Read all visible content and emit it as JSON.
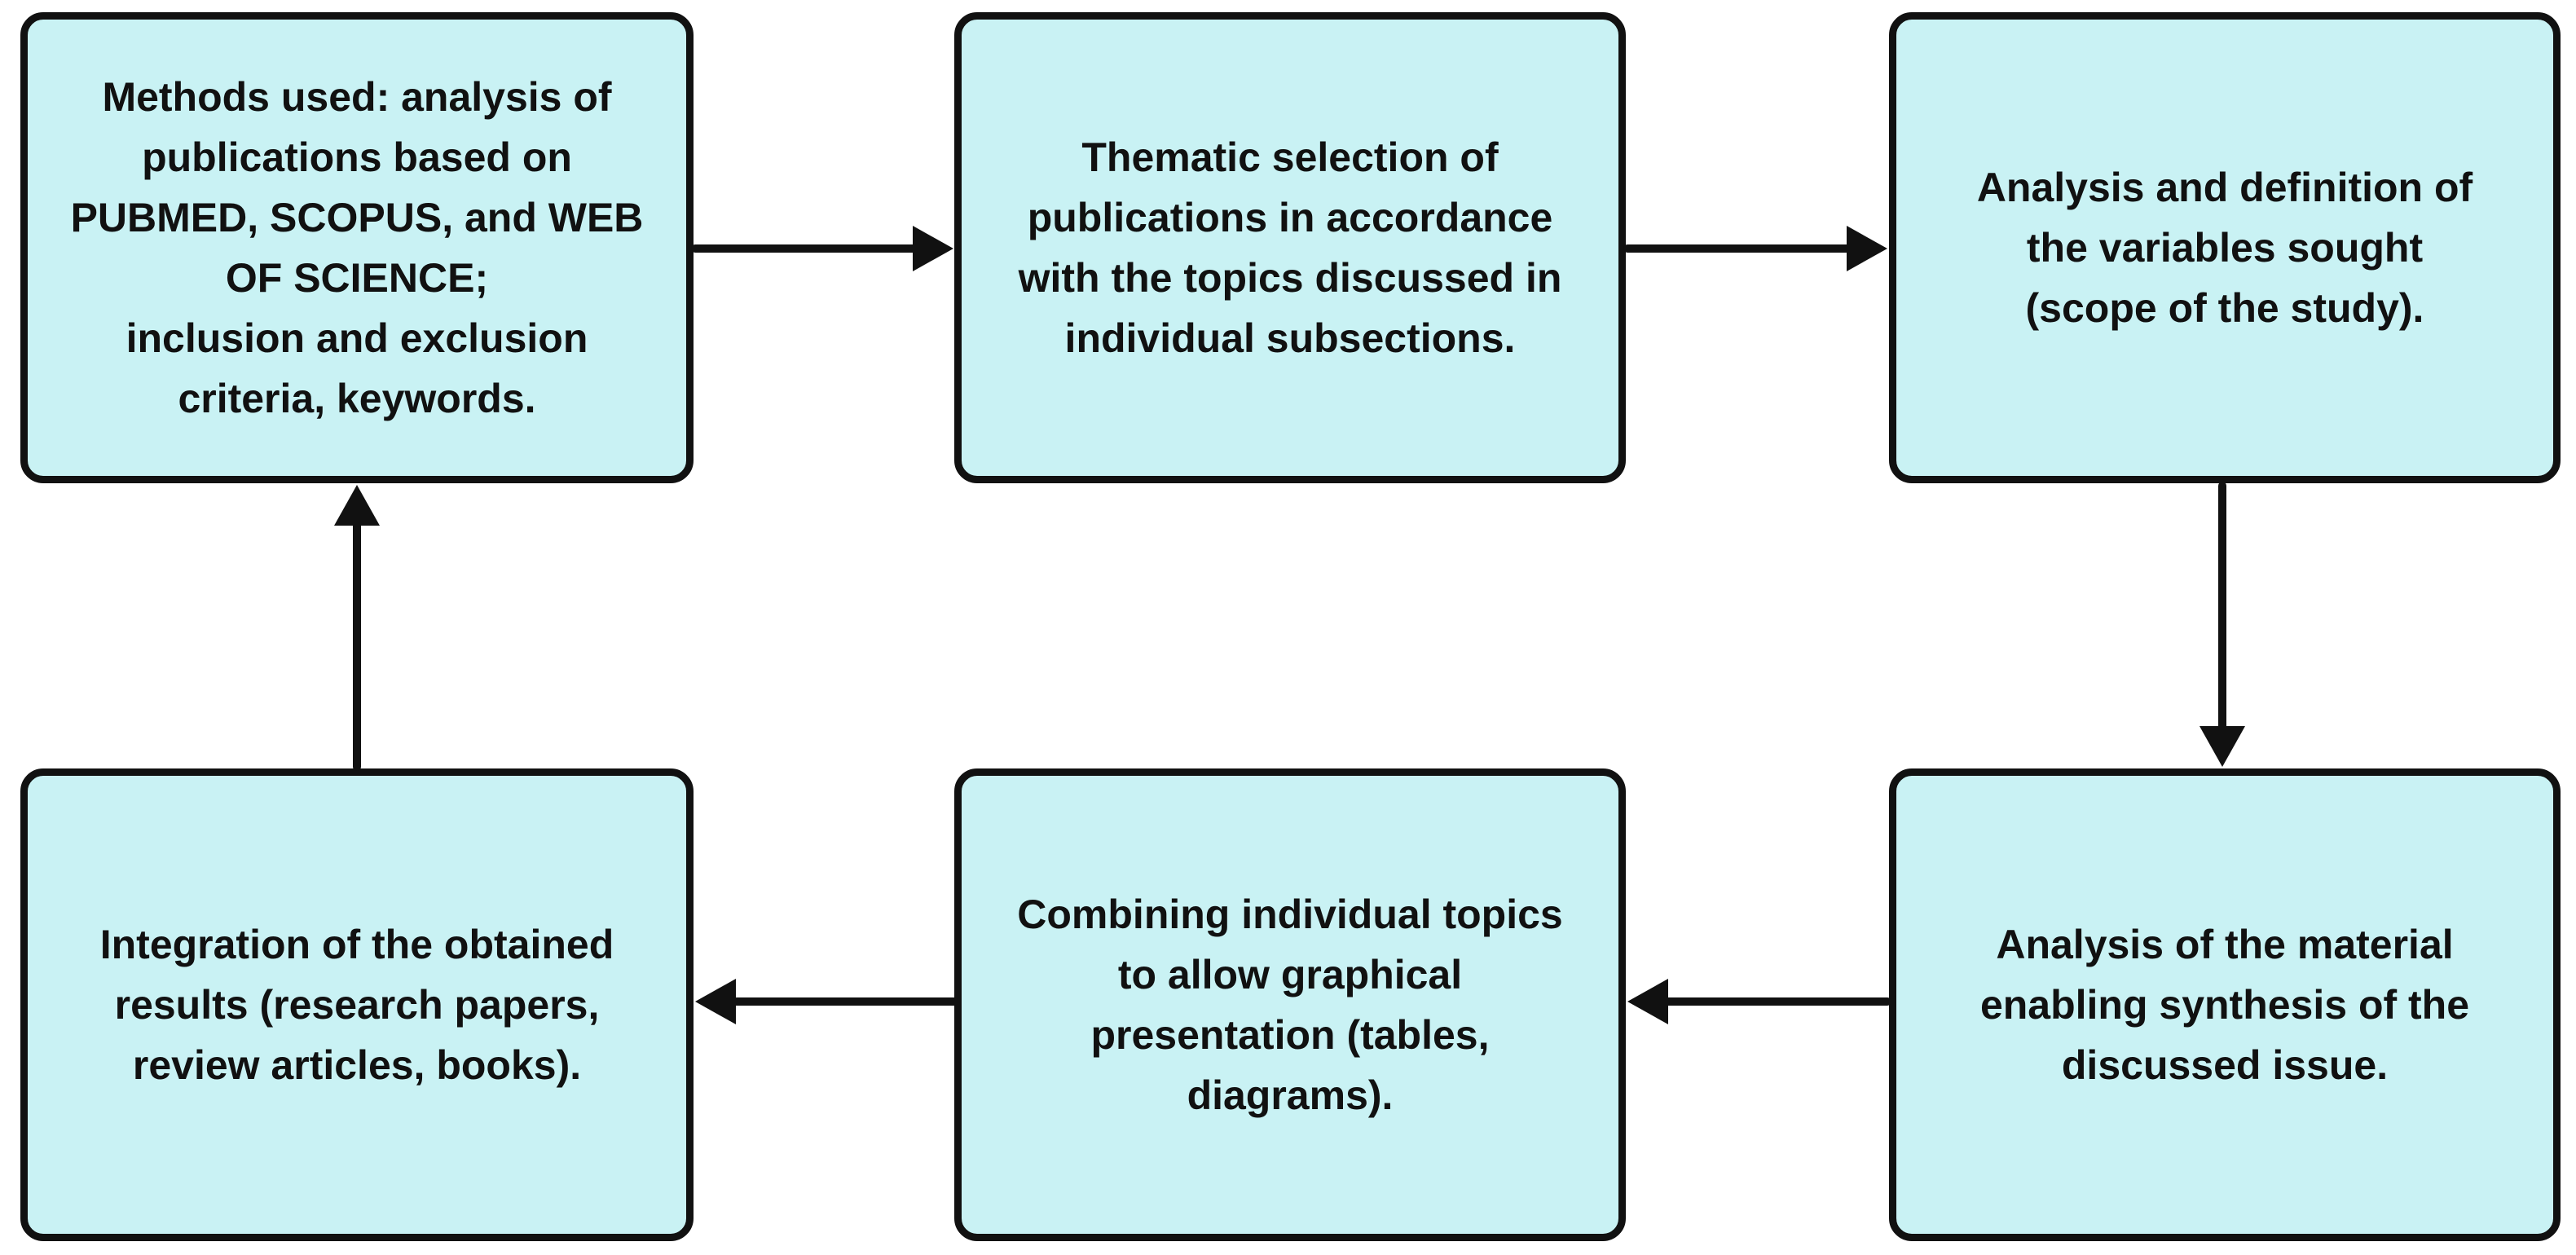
{
  "diagram": {
    "type": "flowchart-cycle",
    "background_color": "#ffffff",
    "box_fill_color": "#c9f2f4",
    "box_border_color": "#111111",
    "text_color": "#111111",
    "arrow_color": "#111111",
    "boxes": [
      {
        "id": "methods",
        "lines": [
          "Methods used: analysis of",
          "publications based on",
          "PUBMED, SCOPUS, and WEB",
          "OF SCIENCE;",
          "inclusion and exclusion",
          "criteria, keywords."
        ]
      },
      {
        "id": "thematic-selection",
        "lines": [
          "Thematic selection of",
          "publications in accordance",
          "with the topics discussed in",
          "individual subsections."
        ]
      },
      {
        "id": "variables-definition",
        "lines": [
          "Analysis and definition of",
          "the variables sought",
          "(scope of the study)."
        ]
      },
      {
        "id": "integration-results",
        "lines": [
          "Integration of the obtained",
          "results (research papers,",
          "review articles, books)."
        ]
      },
      {
        "id": "combining-topics",
        "lines": [
          "Combining individual topics",
          "to allow graphical",
          "presentation (tables,",
          "diagrams)."
        ]
      },
      {
        "id": "material-analysis",
        "lines": [
          "Analysis of the material",
          "enabling synthesis of the",
          "discussed issue."
        ]
      }
    ],
    "arrows": [
      {
        "from": "methods",
        "to": "thematic-selection",
        "direction": "right"
      },
      {
        "from": "thematic-selection",
        "to": "variables-definition",
        "direction": "right"
      },
      {
        "from": "variables-definition",
        "to": "material-analysis",
        "direction": "down"
      },
      {
        "from": "material-analysis",
        "to": "combining-topics",
        "direction": "left"
      },
      {
        "from": "combining-topics",
        "to": "integration-results",
        "direction": "left"
      },
      {
        "from": "integration-results",
        "to": "methods",
        "direction": "up"
      }
    ]
  }
}
